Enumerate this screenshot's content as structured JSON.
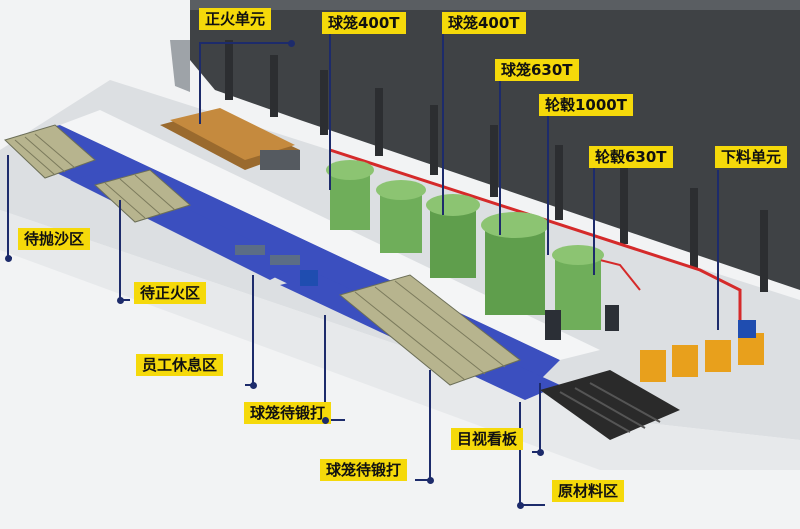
{
  "labels": {
    "normalizing_unit": "正火单元",
    "ball_cage_400t_a": "球笼400T",
    "ball_cage_400t_b": "球笼400T",
    "ball_cage_630t": "球笼630T",
    "hub_1000t": "轮毂1000T",
    "hub_630t": "轮毂630T",
    "unloading_unit": "下料单元",
    "shot_blast_waiting": "待抛沙区",
    "normalizing_waiting": "待正火区",
    "staff_rest_area": "员工休息区",
    "ball_cage_forging_waiting_a": "球笼待锻打",
    "ball_cage_forging_waiting_b": "球笼待锻打",
    "visual_board": "目视看板",
    "raw_material_area": "原材料区"
  },
  "colors": {
    "label_bg": "#f5d90a",
    "leader_line": "#1d2b6b",
    "walkway": "#3b4fbf",
    "press_body": "#6fae5a",
    "conveyor_red": "#d52a2a",
    "building_wall": "#3f4245",
    "floor": "#dcdfe2"
  }
}
